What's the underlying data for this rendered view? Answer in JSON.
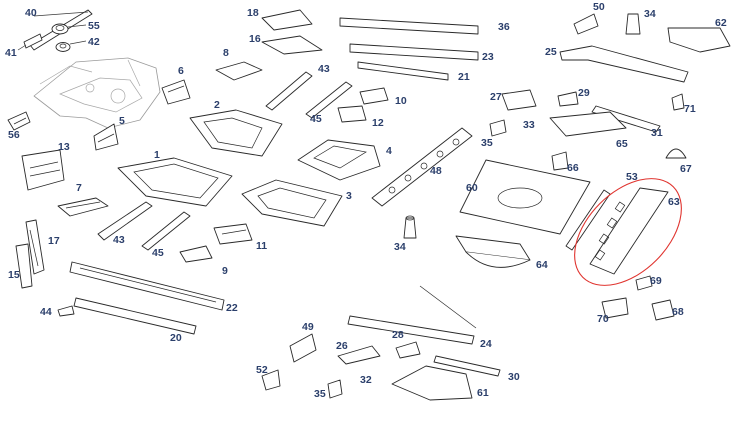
{
  "labels": {
    "p1": "1",
    "p2": "2",
    "p3": "3",
    "p4": "4",
    "p5": "5",
    "p6": "6",
    "p7": "7",
    "p8": "8",
    "p9": "9",
    "p10": "10",
    "p11": "11",
    "p12": "12",
    "p13": "13",
    "p15": "15",
    "p16": "16",
    "p17": "17",
    "p18": "18",
    "p20": "20",
    "p21": "21",
    "p22": "22",
    "p23": "23",
    "p24": "24",
    "p25": "25",
    "p26": "26",
    "p27": "27",
    "p28": "28",
    "p29": "29",
    "p30": "30",
    "p31": "31",
    "p32": "32",
    "p33": "33",
    "p34a": "34",
    "p34b": "34",
    "p35a": "35",
    "p35b": "35",
    "p36": "36",
    "p40": "40",
    "p41": "41",
    "p42": "42",
    "p43a": "43",
    "p43b": "43",
    "p44": "44",
    "p45a": "45",
    "p45b": "45",
    "p48": "48",
    "p49": "49",
    "p50": "50",
    "p52": "52",
    "p53": "53",
    "p55": "55",
    "p56": "56",
    "p60": "60",
    "p61": "61",
    "p62": "62",
    "p63": "63",
    "p64": "64",
    "p65": "65",
    "p66": "66",
    "p67": "67",
    "p68": "68",
    "p69": "69",
    "p70": "70",
    "p71": "71"
  },
  "colors": {
    "highlight": "#e0342f",
    "label": "#2b3f6b",
    "line": "#2a2a2a"
  }
}
